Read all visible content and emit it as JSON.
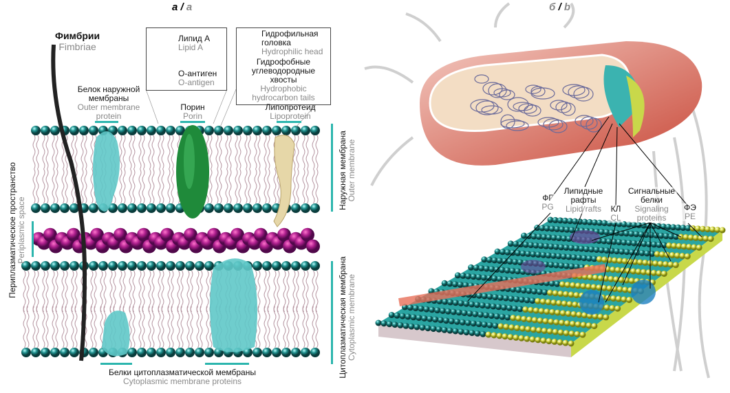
{
  "panel_a": {
    "title_ru": "а",
    "sep": " / ",
    "title_en": "a",
    "fimbriae": {
      "ru": "Фимбрии",
      "en": "Fimbriae"
    },
    "legend_lps": {
      "lipid_a_ru": "Липид А",
      "lipid_a_en": "Lipid A",
      "o_antigen_ru": "О-антиген",
      "o_antigen_en": "O-antigen"
    },
    "legend_phospholipid": {
      "head_ru": "Гидрофильная головка",
      "head_en": "Hydrophilic head",
      "tails_ru": "Гидрофобные углеводородные хвосты",
      "tails_en": "Hydrophobic hydrocarbon tails"
    },
    "outer_membrane_protein": {
      "ru": "Белок наружной мембраны",
      "en": "Outer membrane protein"
    },
    "porin": {
      "ru": "Порин",
      "en": "Porin"
    },
    "lipoprotein": {
      "ru": "Липопротеид",
      "en": "Lipoprotein"
    },
    "outer_membrane": {
      "ru": "Наружная мембрана",
      "en": "Outer membrane"
    },
    "periplasmic_space": {
      "ru": "Периплазматическое пространство",
      "en": "Periplasmic space"
    },
    "cytoplasmic_membrane": {
      "ru": "Цитоплазматическая мембрана",
      "en": "Cytoplasmic membrane"
    },
    "cytoplasmic_proteins": {
      "ru": "Белки цитоплазматической мембраны",
      "en": "Cytoplasmic membrane proteins"
    }
  },
  "panel_b": {
    "title_ru": "б",
    "sep": " / ",
    "title_en": "b",
    "pg": {
      "ru": "ФГ",
      "en": "PG"
    },
    "lipid_rafts": {
      "ru": "Липидные рафты",
      "en": "Lipid rafts"
    },
    "cl": {
      "ru": "КЛ",
      "en": "CL"
    },
    "signaling_proteins": {
      "ru": "Сигнальные белки",
      "en": "Signaling proteins"
    },
    "pe": {
      "ru": "ФЭ",
      "en": "PE"
    }
  },
  "colors": {
    "accent": "#2bb5ad",
    "head": "#1e8f8c",
    "lps": "#e0452a",
    "periplasm": "#b0208f",
    "porin": "#1f8a3a"
  }
}
